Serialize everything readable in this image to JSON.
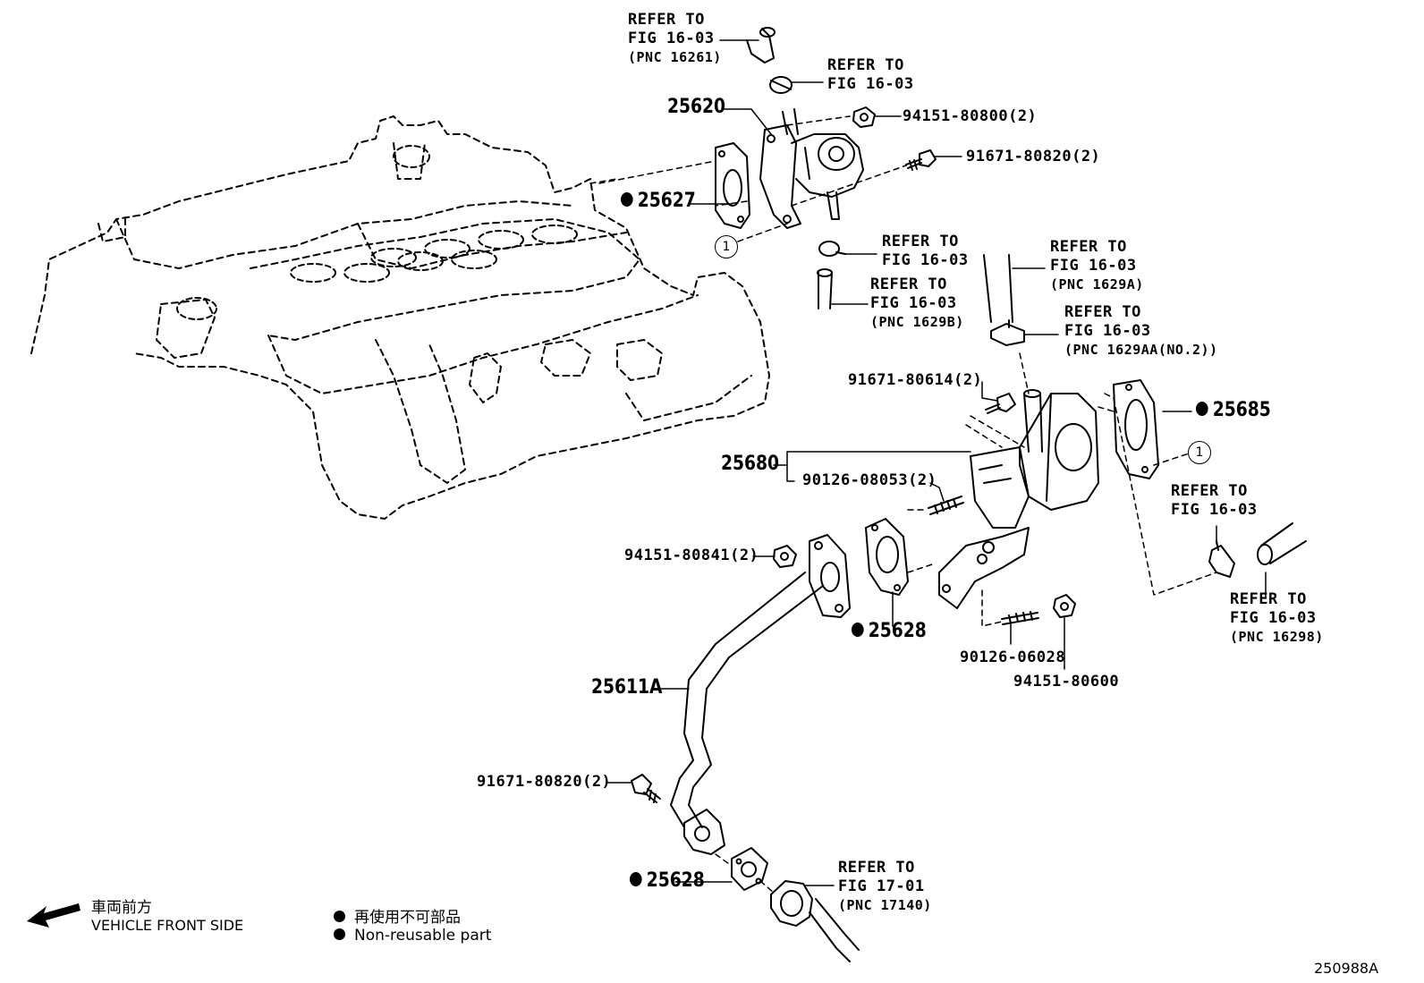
{
  "refs": {
    "r1": [
      "REFER TO",
      "FIG 16-03",
      "(PNC 16261)"
    ],
    "r2": [
      "REFER TO",
      "FIG 16-03"
    ],
    "r3": [
      "REFER TO",
      "FIG 16-03"
    ],
    "r4": [
      "REFER TO",
      "FIG 16-03",
      "(PNC 1629B)"
    ],
    "r5": [
      "REFER TO",
      "FIG 16-03",
      "(PNC 1629A)"
    ],
    "r6": [
      "REFER TO",
      "FIG 16-03",
      "(PNC 1629AA(NO.2))"
    ],
    "r7": [
      "REFER TO",
      "FIG 16-03"
    ],
    "r8": [
      "REFER TO",
      "FIG 16-03",
      "(PNC 16298)"
    ],
    "r9": [
      "REFER TO",
      "FIG 17-01",
      "(PNC 17140)"
    ]
  },
  "parts": {
    "p25620": "25620",
    "p25627": "25627",
    "p94151_80800": "94151-80800(2)",
    "p91671_80820a": "91671-80820(2)",
    "p91671_80614": "91671-80614(2)",
    "p25685": "25685",
    "p25680": "25680",
    "p90126_08053": "90126-08053(2)",
    "p94151_80841": "94151-80841(2)",
    "p25628a": "25628",
    "p90126_06028": "90126-06028",
    "p94151_80600": "94151-80600",
    "p25611A": "25611A",
    "p91671_80820b": "91671-80820(2)",
    "p25628b": "25628"
  },
  "callouts": {
    "c1a": "1",
    "c1b": "1"
  },
  "legend": {
    "front_jp": "車両前方",
    "front_en": "VEHICLE FRONT SIDE",
    "nonreuse_jp": "再使用不可部品",
    "nonreuse_en": "Non-reusable part"
  },
  "figure_id": "250988A"
}
